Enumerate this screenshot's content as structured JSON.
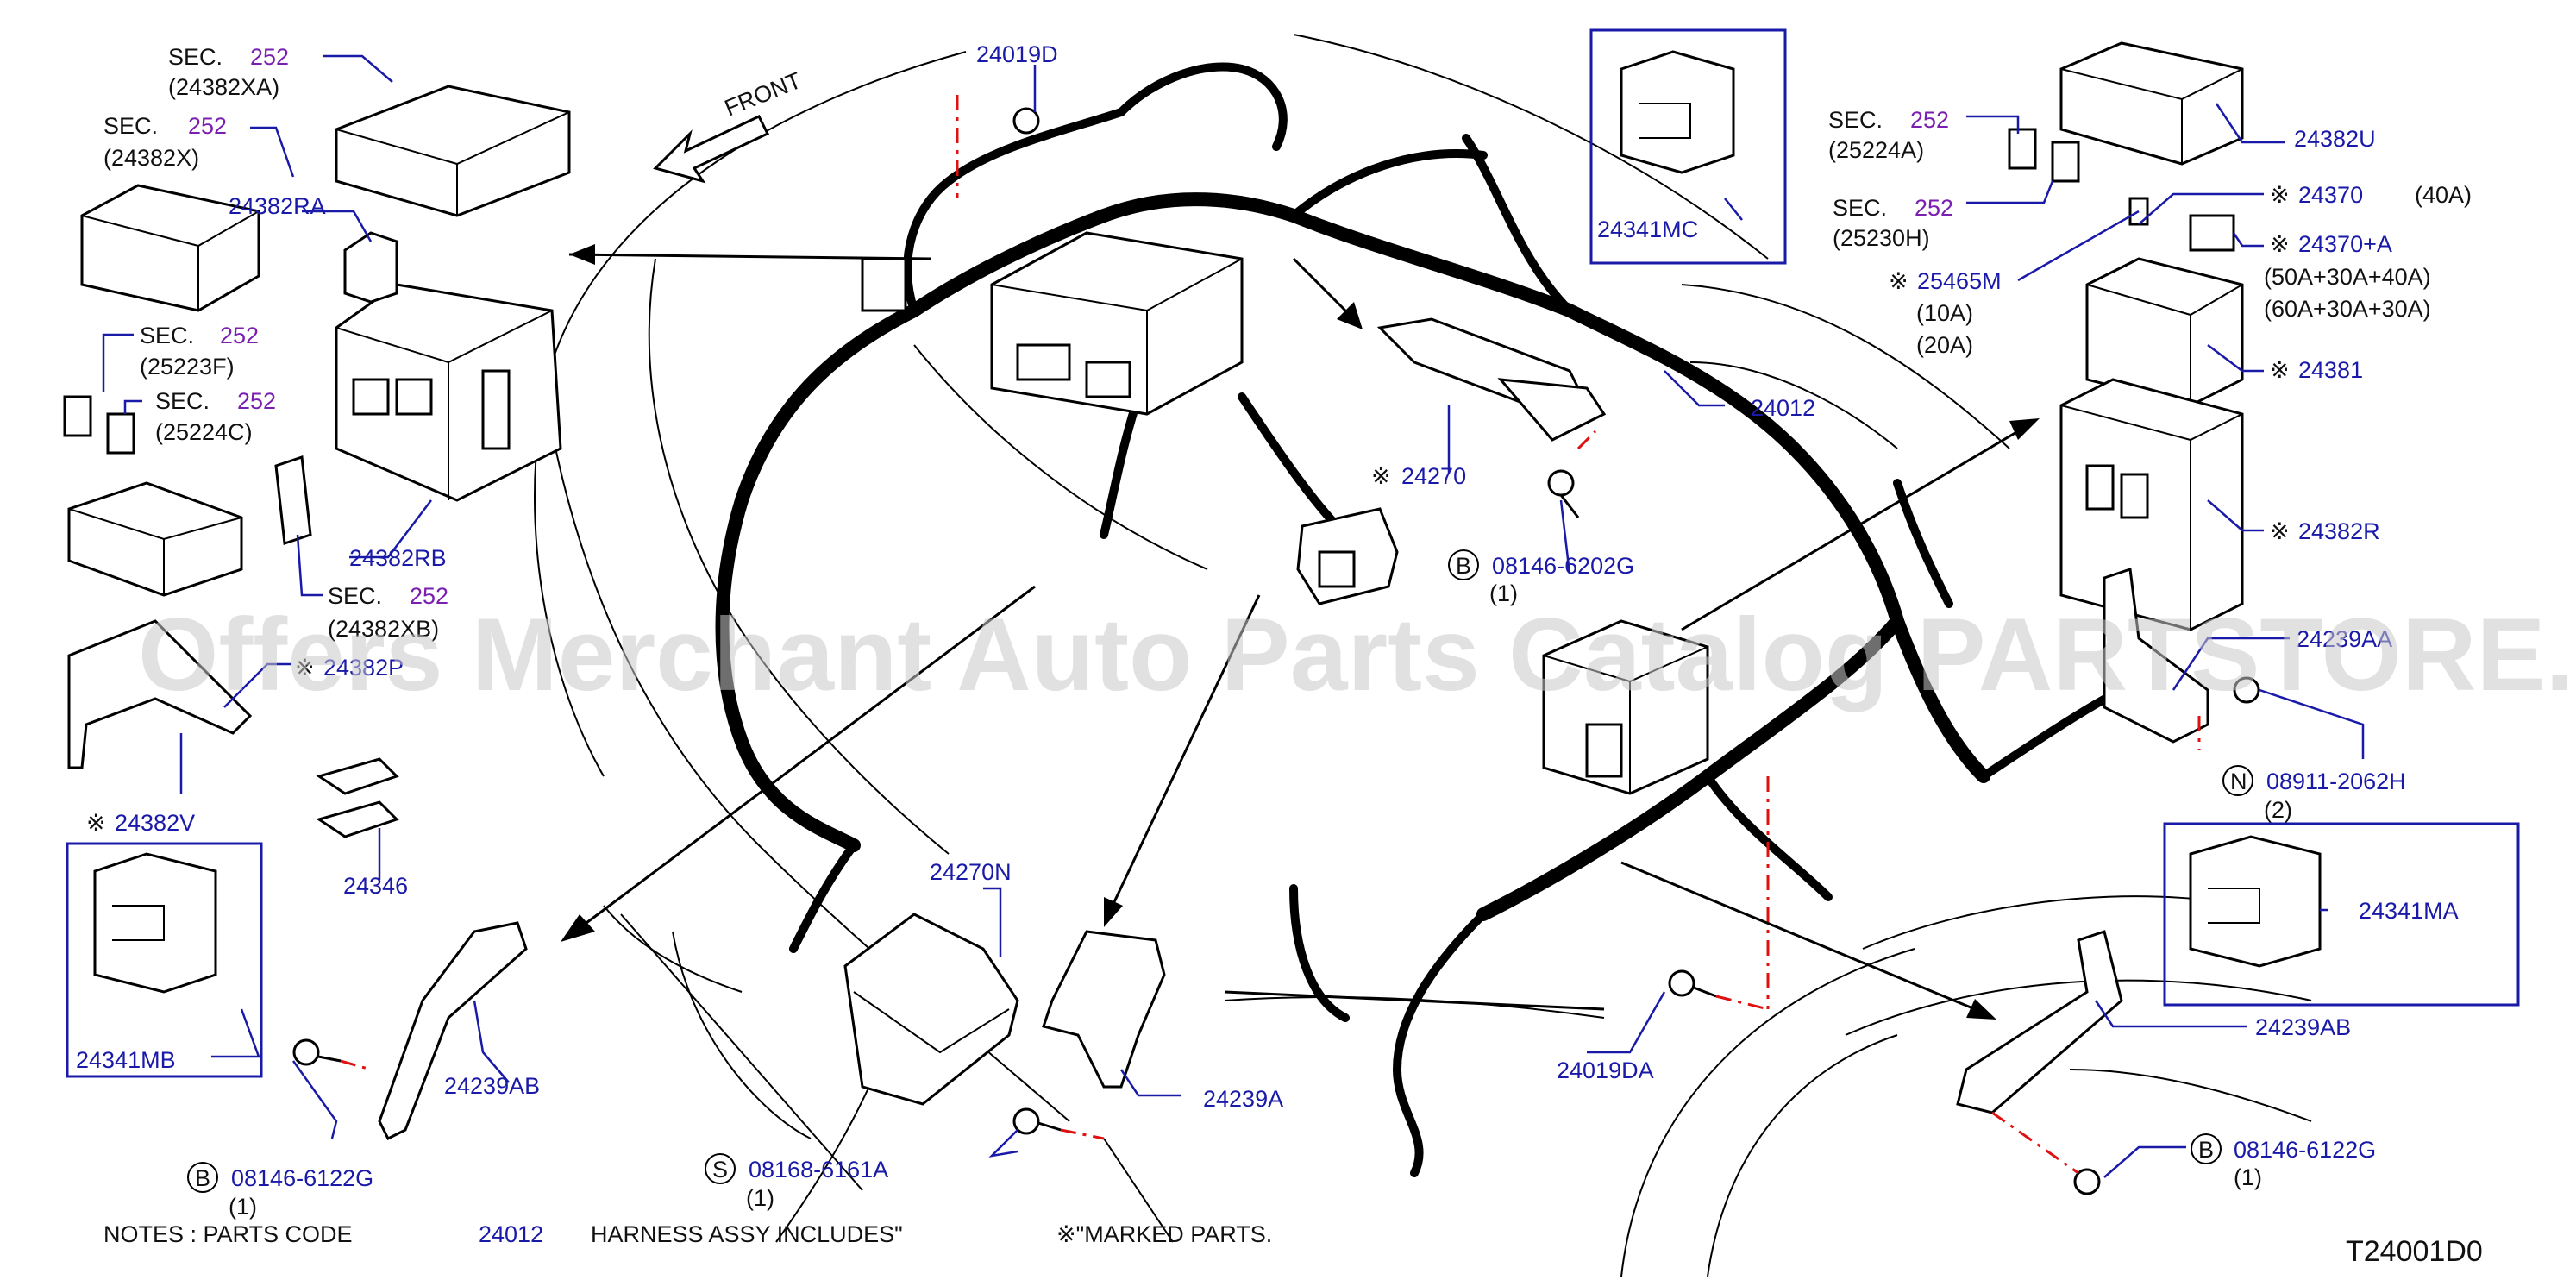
{
  "labels": {
    "sec_24382xa": "SEC.",
    "sec_24382xa_num": "252",
    "sec_24382xa_ref": "(24382XA)",
    "sec_24382x": "SEC.",
    "sec_24382x_num": "252",
    "sec_24382x_ref": "(24382X)",
    "p24382ra": "24382RA",
    "sec_25223f": "SEC.",
    "sec_25223f_num": "252",
    "sec_25223f_ref": "(25223F)",
    "sec_25224c": "SEC.",
    "sec_25224c_num": "252",
    "sec_25224c_ref": "(25224C)",
    "p24382rb": "24382RB",
    "sec_24382xb": "SEC.",
    "sec_24382xb_num": "252",
    "sec_24382xb_ref": "(24382XB)",
    "p24382p": "24382P",
    "p24382v": "24382V",
    "p24346": "24346",
    "p24341mb": "24341MB",
    "p24239ab_left": "24239AB",
    "b_left": "08146-6122G",
    "b_left_qty": "(1)",
    "s_bolt": "08168-6161A",
    "s_bolt_qty": "(1)",
    "p24019d": "24019D",
    "p24270n": "24270N",
    "p24239a": "24239A",
    "p24270": "24270",
    "p24012": "24012",
    "b_mid": "08146-6202G",
    "b_mid_qty": "(1)",
    "p24341mc": "24341MC",
    "p24019da": "24019DA",
    "sec_25224a": "SEC.",
    "sec_25224a_num": "252",
    "sec_25224a_ref": "(25224A)",
    "sec_25230h": "SEC.",
    "sec_25230h_num": "252",
    "sec_25230h_ref": "(25230H)",
    "p24382u": "24382U",
    "p24370": "24370",
    "p24370_rating": "(40A)",
    "p24370a": "24370+A",
    "p24370a_r1": "(50A+30A+40A)",
    "p24370a_r2": "(60A+30A+30A)",
    "p25465m": "25465M",
    "p25465m_r1": "(10A)",
    "p25465m_r2": "(20A)",
    "p24381": "24381",
    "p24382r": "24382R",
    "p24239aa": "24239AA",
    "n_bolt": "08911-2062H",
    "n_bolt_qty": "(2)",
    "p24341ma": "24341MA",
    "p24239ab_right": "24239AB",
    "b_right": "08146-6122G",
    "b_right_qty": "(1)",
    "front": "FRONT",
    "letter_b": "B",
    "letter_s": "S",
    "letter_n": "N",
    "mark": "※"
  },
  "notes": {
    "prefix": "NOTES  :  PARTS  CODE",
    "code": "24012",
    "suffix": "HARNESS  ASSY  INCLUDES\"",
    "marked": "※\"MARKED  PARTS."
  },
  "watermark": "Offers Merchant Auto Parts Catalog PARTSTORE.SA",
  "diagram_code": "T24001D0",
  "colors": {
    "part_number": "#1a1aa8",
    "section_number": "#7a1fb0",
    "hidden_line": "#e01010",
    "watermark": "#c9c9c9"
  }
}
